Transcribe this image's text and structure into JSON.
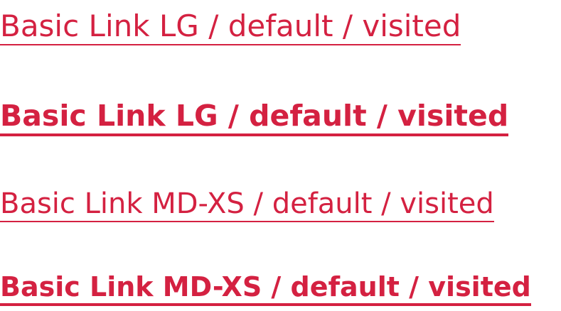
{
  "links": [
    {
      "label": "Basic Link LG / default / visited",
      "weight": "regular",
      "size": "LG"
    },
    {
      "label": "Basic Link LG / default / visited",
      "weight": "bold",
      "size": "LG"
    },
    {
      "label": "Basic Link MD-XS / default / visited",
      "weight": "regular",
      "size": "MD-XS"
    },
    {
      "label": "Basic Link MD-XS / default / visited",
      "weight": "bold",
      "size": "MD-XS"
    }
  ],
  "colors": {
    "link": "#d42141",
    "background": "#ffffff"
  }
}
